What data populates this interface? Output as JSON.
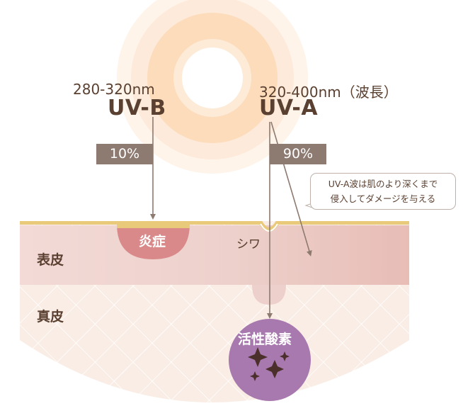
{
  "uvb": {
    "wavelength": "280-320nm",
    "name": "UV-B",
    "percent": "10%"
  },
  "uva": {
    "wavelength": "320-400nm（波長）",
    "name": "UV-A",
    "percent": "90%"
  },
  "callout": {
    "line1": "UV-A波は肌のより深くまで",
    "line2": "侵入してダメージを与える"
  },
  "labels": {
    "inflammation": "炎症",
    "wrinkle": "シワ",
    "epidermis": "表皮",
    "dermis": "真皮",
    "ros": "活性酸素"
  },
  "colors": {
    "sun_outer": "#fdeedd",
    "sun_mid": "#fbe3c4",
    "surface_line": "#e9c97a",
    "epidermis": "#efcfc7",
    "dermis": "#f9ece3",
    "inflammation_blob": "#d9898a",
    "ros_circle": "#a879ae",
    "arrow": "#8d7a70"
  }
}
